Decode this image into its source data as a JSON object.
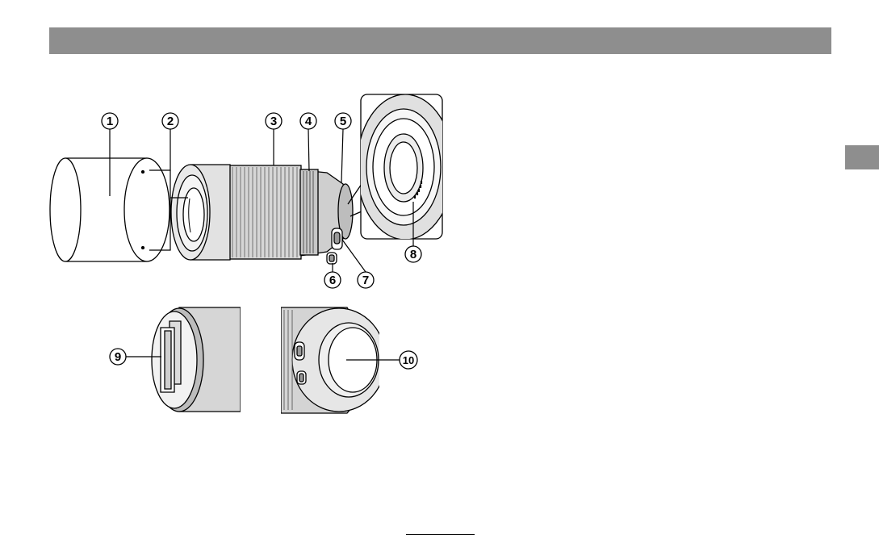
{
  "header": {
    "title": ""
  },
  "figure": {
    "callouts": [
      "1",
      "2",
      "3",
      "4",
      "5",
      "6",
      "7",
      "8",
      "9",
      "10"
    ],
    "callout_icon": "circled-number-icon"
  },
  "side_tab": {
    "label": ""
  },
  "footer": {
    "page_number": ""
  },
  "colors": {
    "header_bar": "#8e8e8e",
    "side_tab": "#8e8e8e",
    "lens_gray": "#d6d6d6"
  }
}
